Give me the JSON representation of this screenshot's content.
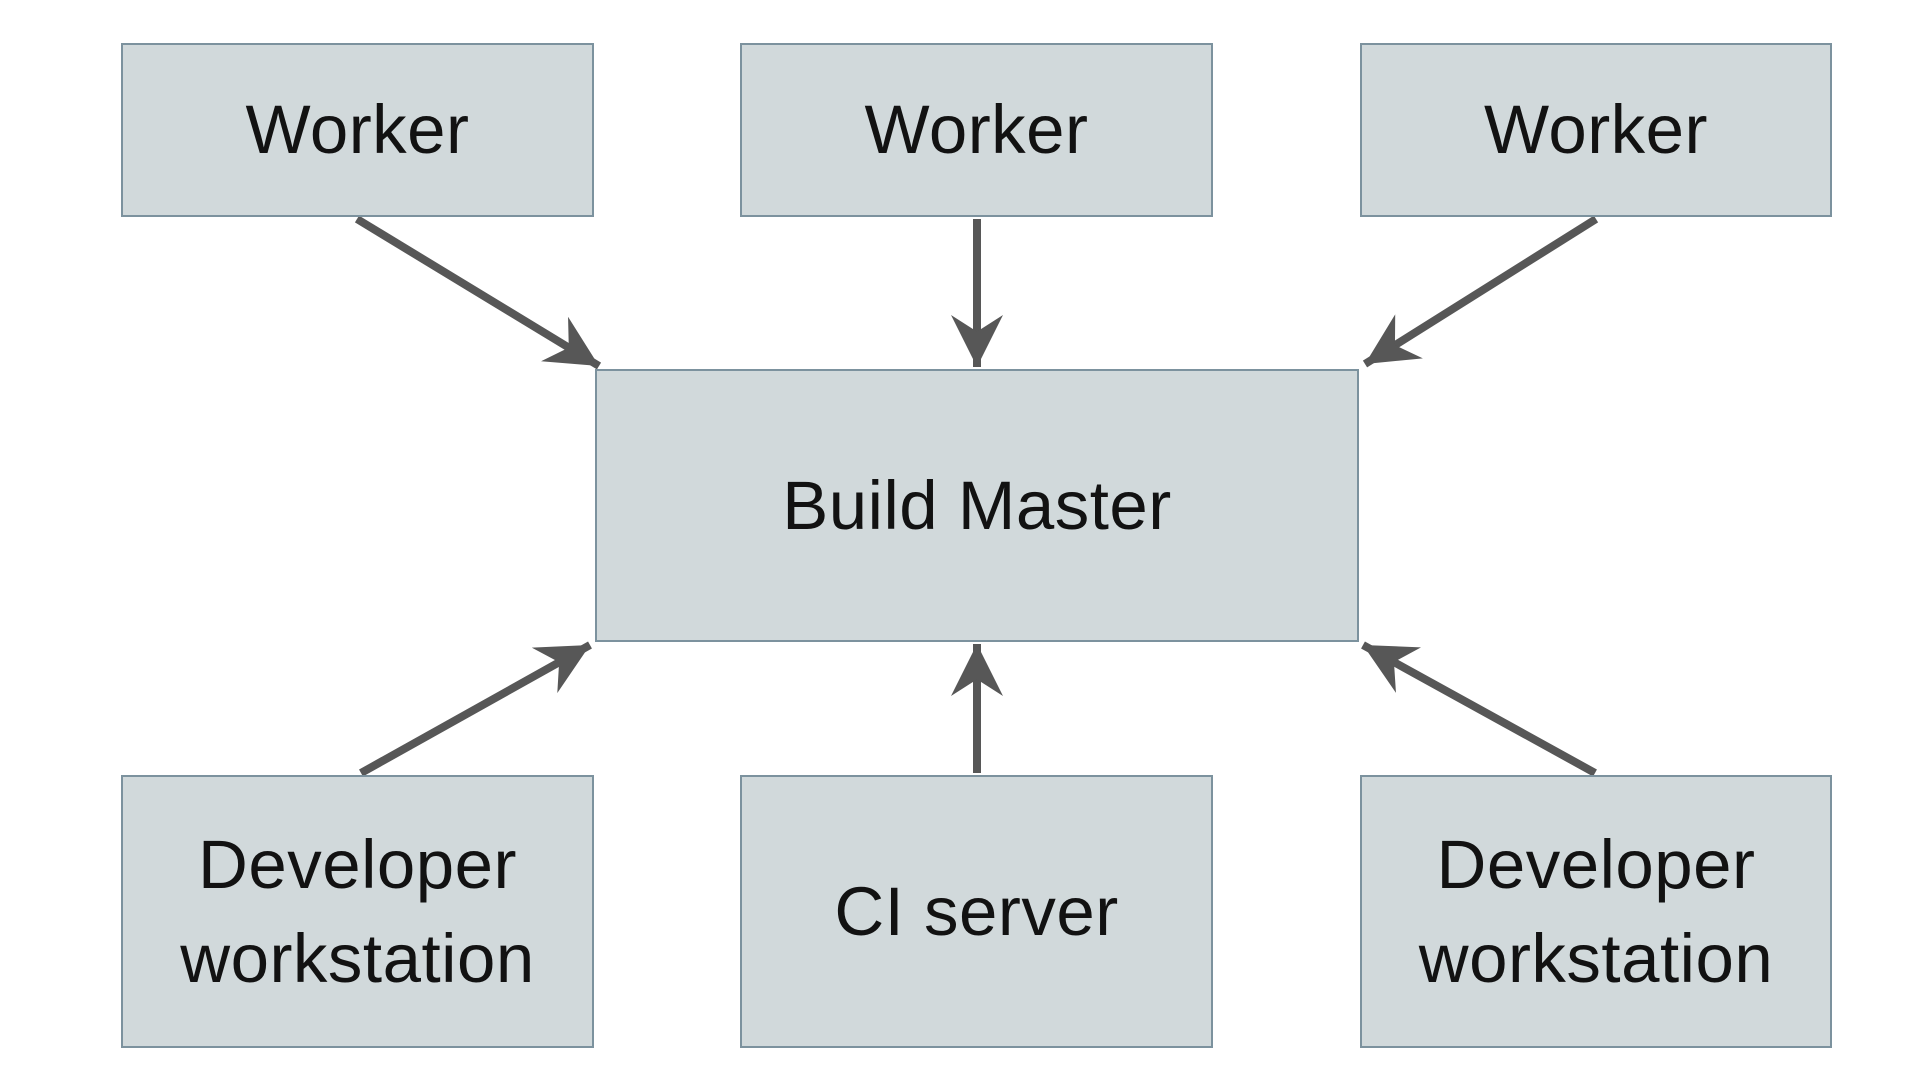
{
  "diagram": {
    "type": "architecture-flow",
    "nodes": [
      {
        "id": "worker-1",
        "label": "Worker"
      },
      {
        "id": "worker-2",
        "label": "Worker"
      },
      {
        "id": "worker-3",
        "label": "Worker"
      },
      {
        "id": "build-master",
        "label": "Build Master"
      },
      {
        "id": "developer-workstation-1",
        "label": "Developer workstation"
      },
      {
        "id": "ci-server",
        "label": "CI server"
      },
      {
        "id": "developer-workstation-2",
        "label": "Developer workstation"
      }
    ],
    "edges": [
      {
        "from": "worker-1",
        "to": "build-master"
      },
      {
        "from": "worker-2",
        "to": "build-master"
      },
      {
        "from": "worker-3",
        "to": "build-master"
      },
      {
        "from": "developer-workstation-1",
        "to": "build-master"
      },
      {
        "from": "ci-server",
        "to": "build-master"
      },
      {
        "from": "developer-workstation-2",
        "to": "build-master"
      }
    ],
    "colors": {
      "node_fill": "#d1d9db",
      "node_border": "#7c929e",
      "arrow": "#575757",
      "text": "#121212",
      "background": "#ffffff"
    }
  }
}
